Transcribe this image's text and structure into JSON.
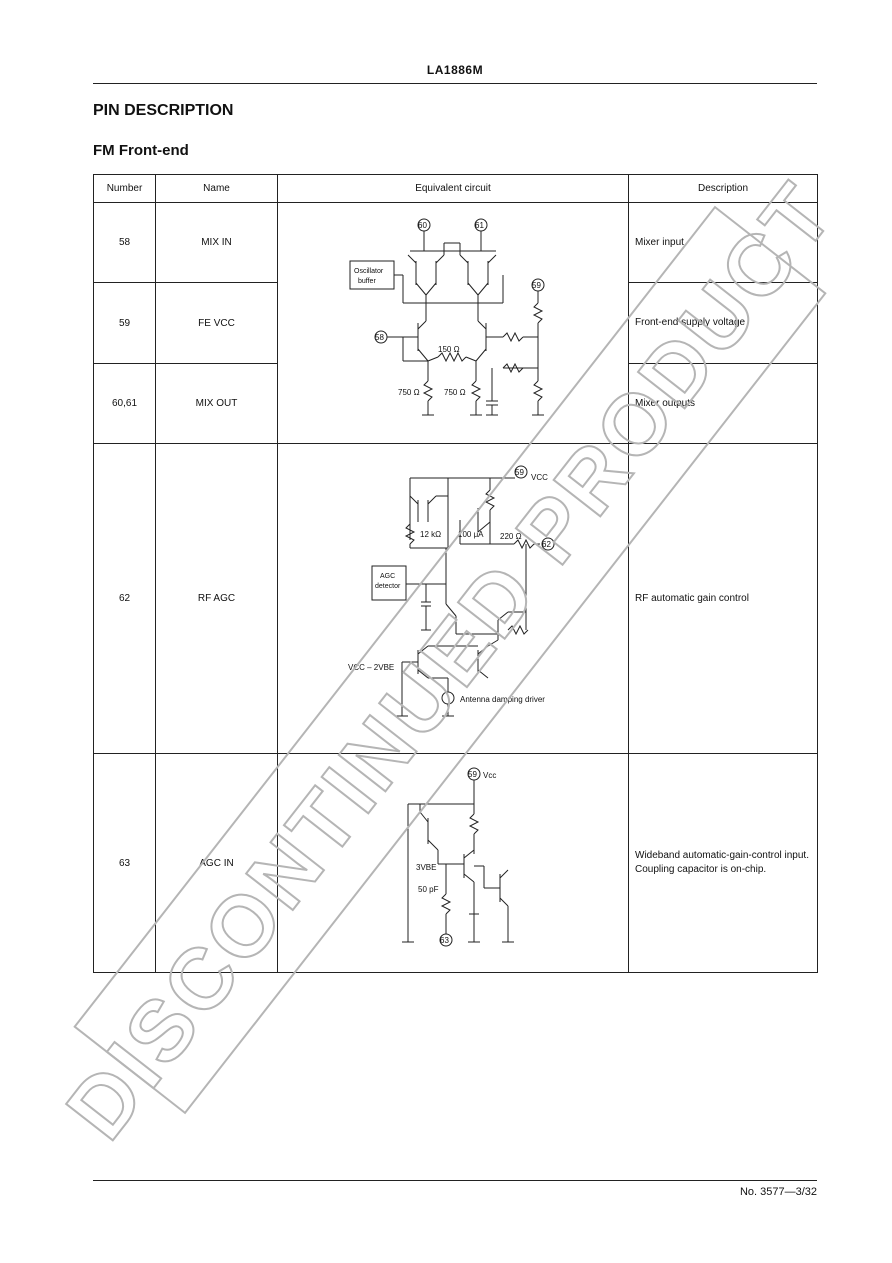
{
  "header": {
    "part_number": "LA1886M"
  },
  "section": {
    "title": "PIN DESCRIPTION",
    "subtitle": "FM Front-end"
  },
  "table": {
    "columns": [
      "Number",
      "Name",
      "Equivalent circuit",
      "Description"
    ],
    "rows": [
      {
        "number": "58",
        "name": "MIX IN",
        "description": "Mixer input"
      },
      {
        "number": "59",
        "name": "FE VCC",
        "description": "Front-end supply voltage"
      },
      {
        "number": "60,61",
        "name": "MIX OUT",
        "description": "Mixer outputs"
      },
      {
        "number": "62",
        "name": "RF AGC",
        "description": "RF automatic gain control"
      },
      {
        "number": "63",
        "name": "AGC IN",
        "description": "Wideband automatic-gain-control input. Coupling capacitor is on-chip."
      }
    ]
  },
  "circuits": {
    "mixer": {
      "osc_label_1": "Oscillator",
      "osc_label_2": "buffer",
      "pin_a": "60",
      "pin_b": "61",
      "pin_c": "59",
      "pin_d": "58",
      "r1": "150 Ω",
      "r2": "750 Ω",
      "r3": "750 Ω"
    },
    "rfagc": {
      "pin_vcc": "59",
      "vcc": "VCC",
      "r1": "12 kΩ",
      "i1": "100 μA",
      "r2": "220 Ω",
      "pin_out": "62",
      "agc_1": "AGC",
      "agc_2": "detector",
      "bias": "VCC – 2VBE",
      "driver": "Antenna damping driver"
    },
    "agcin": {
      "pin_vcc": "59",
      "vcc": "Vcc",
      "vbe": "3VBE",
      "cap": "50 pF",
      "pin_in": "63"
    }
  },
  "watermark": {
    "text": "DISCONTINUED PRODUCT"
  },
  "footer": {
    "page_number": "No. 3577—3/32"
  }
}
